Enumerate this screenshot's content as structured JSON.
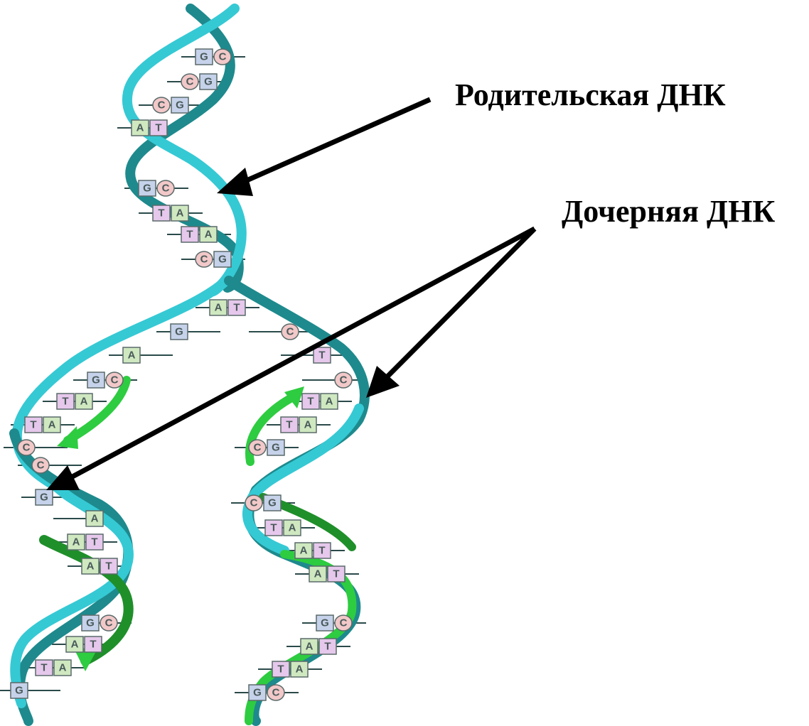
{
  "labels": {
    "parent": "Родительская ДНК",
    "daughter": "Дочерняя ДНК"
  },
  "colors": {
    "strand_light": "#35c9d4",
    "strand_dark": "#1e8a8d",
    "new_strand": "#2ecc40",
    "new_strand_dark": "#1f8f2a",
    "base_A": "#cfe8c0",
    "base_T": "#e6c8ec",
    "base_G": "#c6d2ea",
    "base_C": "#f2c8c8",
    "rung": "#2b4a4a",
    "arrow": "#000000"
  },
  "base_pairs": {
    "parent": [
      [
        "G",
        "C"
      ],
      [
        "C",
        "G"
      ],
      [
        "C",
        "G"
      ],
      [
        "A",
        "T"
      ],
      [
        "G",
        "C"
      ],
      [
        "T",
        "A"
      ],
      [
        "T",
        "A"
      ],
      [
        "C",
        "G"
      ]
    ],
    "fork": [
      [
        "A",
        "T"
      ],
      [
        "G",
        ""
      ],
      [
        "",
        "C"
      ],
      [
        "A",
        ""
      ],
      [
        "",
        "T"
      ],
      [
        "",
        "C"
      ]
    ],
    "left_daughter": [
      [
        "G",
        "C"
      ],
      [
        "T",
        "A"
      ],
      [
        "T",
        "A"
      ],
      [
        "C",
        ""
      ],
      [
        "C",
        ""
      ],
      [
        "G",
        ""
      ],
      [
        "",
        "A"
      ],
      [
        "A",
        "T"
      ],
      [
        "A",
        "T"
      ],
      [
        "G",
        "C"
      ],
      [
        "A",
        "T"
      ],
      [
        "T",
        "A"
      ],
      [
        "G",
        ""
      ]
    ],
    "right_daughter": [
      [
        "T",
        "A"
      ],
      [
        "T",
        "A"
      ],
      [
        "C",
        "G"
      ],
      [
        "C",
        "G"
      ],
      [
        "T",
        "A"
      ],
      [
        "A",
        "T"
      ],
      [
        "A",
        "T"
      ],
      [
        "G",
        "C"
      ],
      [
        "A",
        "T"
      ],
      [
        "T",
        "A"
      ],
      [
        "G",
        "C"
      ]
    ]
  }
}
